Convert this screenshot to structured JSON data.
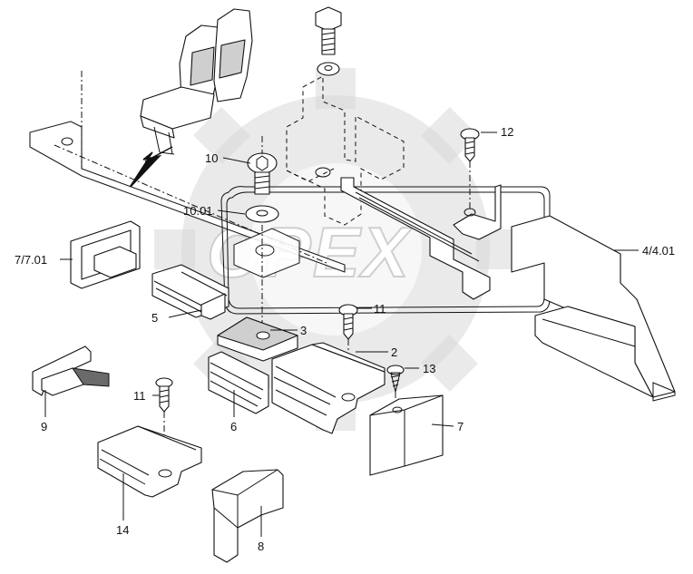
{
  "watermark": {
    "text": "OPEX"
  },
  "callouts": {
    "c10": "10",
    "c1001": "10.01",
    "c12": "12",
    "c7701": "7/7.01",
    "c44": "4/4.01",
    "c5": "5",
    "c3": "3",
    "c11a": "11",
    "c2": "2",
    "c13": "13",
    "c9": "9",
    "c11b": "11",
    "c6": "6",
    "c7": "7",
    "c14": "14",
    "c8": "8"
  },
  "colors": {
    "line": "#111111",
    "fill": "#ffffff",
    "shade": "#cfcfcf",
    "watermark": "#d9d9d9"
  }
}
